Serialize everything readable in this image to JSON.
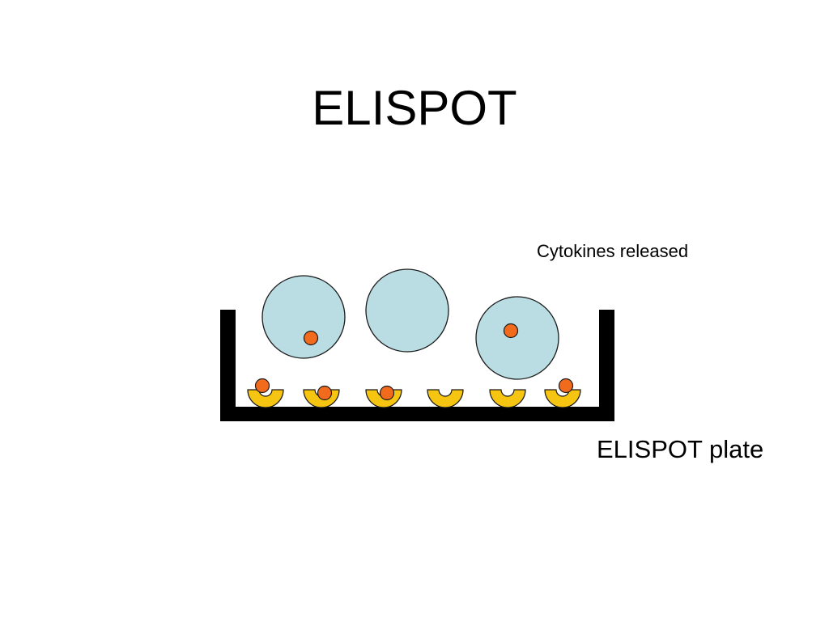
{
  "title": "ELISPOT",
  "labels": {
    "cytokines": "Cytokines released",
    "plate": "ELISPOT plate"
  },
  "colors": {
    "plate": "#000000",
    "cell_fill": "#b9dde2",
    "cytokine": "#f26b1c",
    "antibody": "#f6c511",
    "outline": "#1a1a1a"
  }
}
